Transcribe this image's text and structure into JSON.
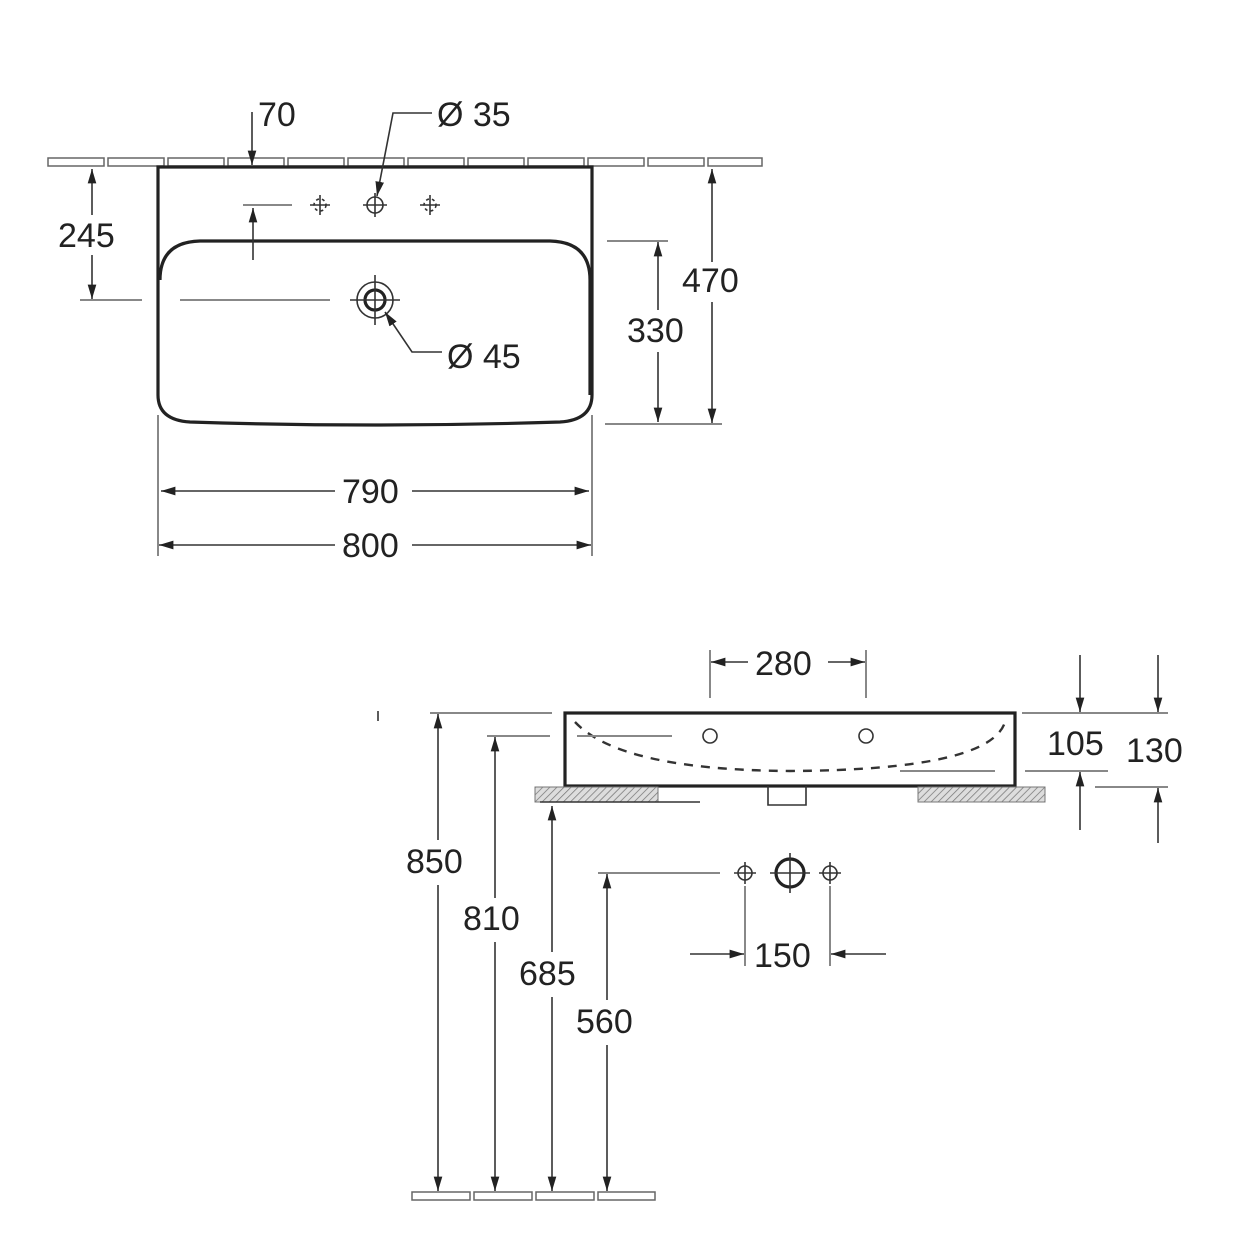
{
  "title": "Washbasin dimension drawing",
  "top_view": {
    "dim_70": "70",
    "dim_dia35": "Ø 35",
    "dim_245": "245",
    "dim_dia45": "Ø 45",
    "dim_470": "470",
    "dim_330": "330",
    "dim_790": "790",
    "dim_800": "800"
  },
  "side_view": {
    "dim_280": "280",
    "dim_105": "105",
    "dim_130": "130",
    "dim_850": "850",
    "dim_810": "810",
    "dim_685": "685",
    "dim_560": "560",
    "dim_150": "150"
  }
}
